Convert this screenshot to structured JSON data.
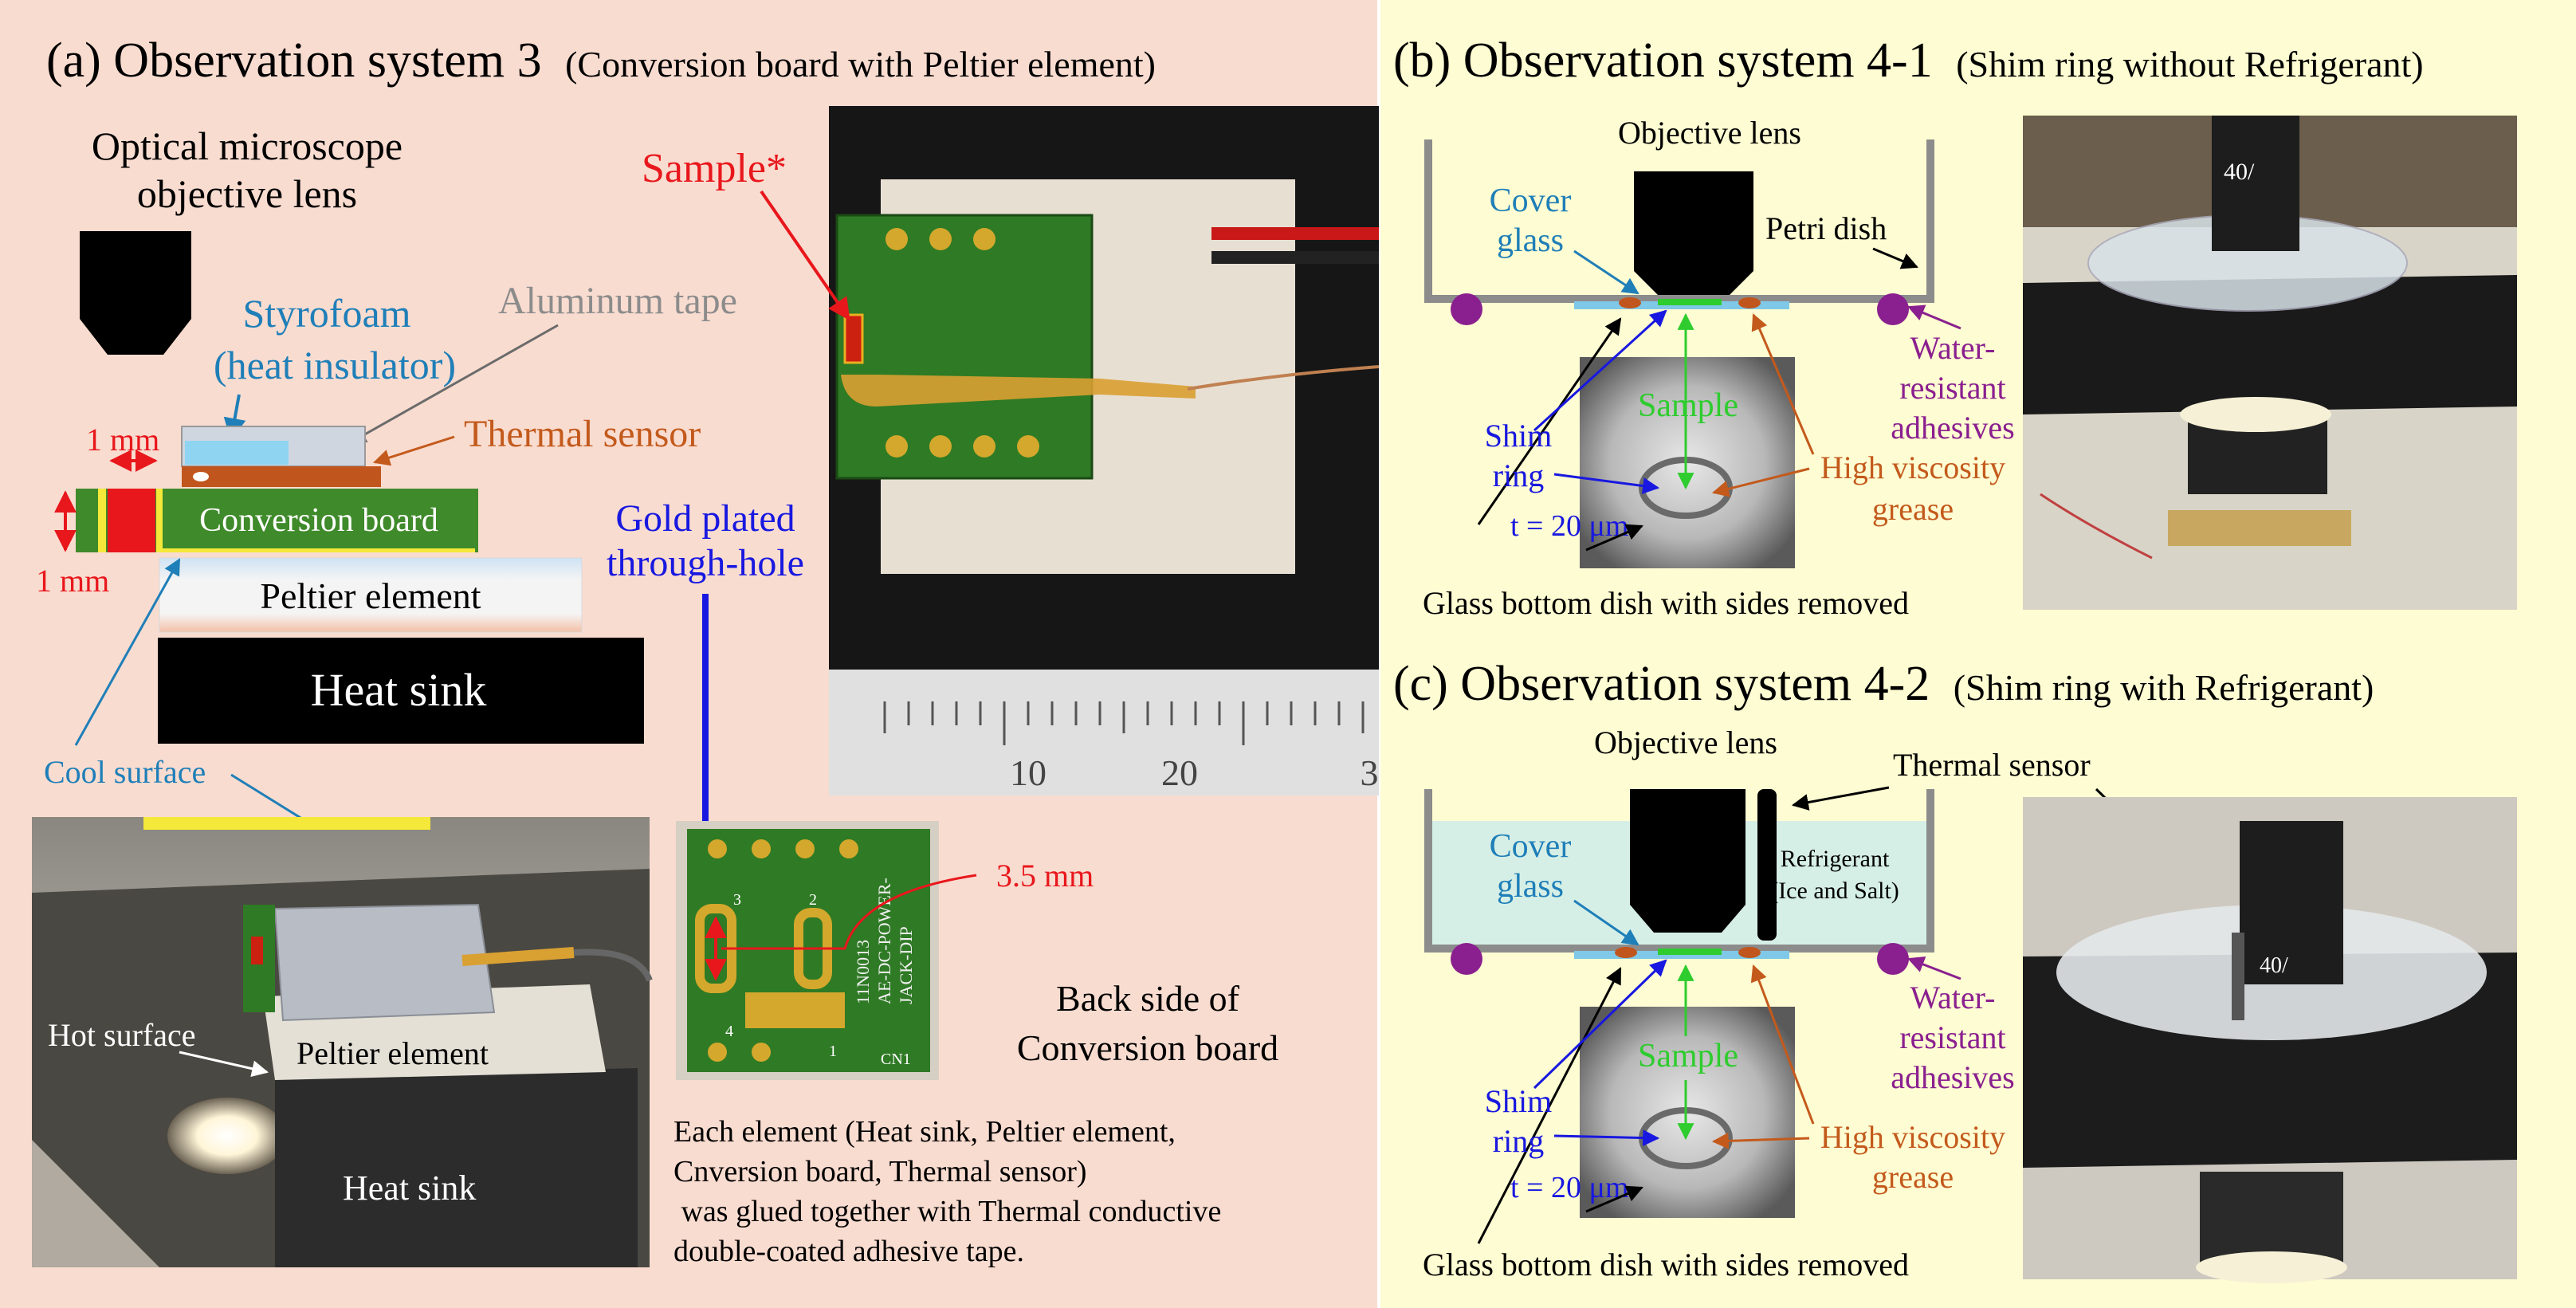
{
  "panel_a": {
    "title_main": "(a) Observation system 3",
    "title_sub": "(Conversion board with Peltier element)",
    "objective_line1": "Optical microscope",
    "objective_line2": "objective lens",
    "styrofoam_line1": "Styrofoam",
    "styrofoam_line2": "(heat insulator)",
    "aluminum_tape": "Aluminum tape",
    "thermal_sensor": "Thermal sensor",
    "sample": "Sample*",
    "dim_top": "1 mm",
    "dim_left": "1 mm",
    "conversion_board": "Conversion board",
    "peltier_element": "Peltier element",
    "heat_sink": "Heat sink",
    "cool_surface": "Cool surface",
    "gold_line1": "Gold plated",
    "gold_line2": "through-hole",
    "hole_size": "3.5 mm",
    "back_line1": "Back side of",
    "back_line2": "Conversion board",
    "photo_hot_surface": "Hot surface",
    "photo_peltier": "Peltier element",
    "photo_heat_sink": "Heat sink",
    "ruler_10": "10",
    "ruler_20": "20",
    "ruler_30": "3",
    "board_silk_1": "11N0013",
    "board_silk_2": "AE-DC-POWER-",
    "board_silk_3": "JACK-DIP",
    "board_pin_1": "1",
    "board_pin_2": "2",
    "board_pin_3": "3",
    "board_pin_4": "4",
    "board_cn": "CN1",
    "note_line1": "Each element (Heat sink, Peltier element,",
    "note_line2": "Cnversion board, Thermal sensor)",
    "note_line3": " was glued together with Thermal conductive",
    "note_line4": "double-coated adhesive tape."
  },
  "panel_b": {
    "title_main": "(b) Observation system 4-1",
    "title_sub": "(Shim ring without Refrigerant)",
    "objective": "Objective lens",
    "cover_line1": "Cover",
    "cover_line2": "glass",
    "petri": "Petri dish",
    "water_line1": "Water-",
    "water_line2": "resistant",
    "water_line3": "adhesives",
    "sample": "Sample",
    "shim_line1": "Shim",
    "shim_line2": "ring",
    "thickness": "t = 20 μm",
    "grease_line1": "High viscosity",
    "grease_line2": "grease",
    "dish": "Glass bottom dish with sides removed",
    "lens_mark": "40/"
  },
  "panel_c": {
    "title_main": "(c) Observation system 4-2",
    "title_sub": "(Shim ring with Refrigerant)",
    "objective": "Objective lens",
    "thermal_sensor": "Thermal sensor",
    "cover_line1": "Cover",
    "cover_line2": "glass",
    "refrigerant_line1": "Refrigerant",
    "refrigerant_line2": "(Ice and Salt)",
    "water_line1": "Water-",
    "water_line2": "resistant",
    "water_line3": "adhesives",
    "sample": "Sample",
    "shim_line1": "Shim",
    "shim_line2": "ring",
    "thickness": "t = 20 μm",
    "grease_line1": "High viscosity",
    "grease_line2": "grease",
    "dish": "Glass bottom dish with sides removed",
    "lens_mark": "40/"
  },
  "colors": {
    "panel_a_bg": "#f9dcd0",
    "panel_bc_bg": "#fefcd2",
    "label_red": "#e8171c",
    "label_blue": "#1f7fb8",
    "label_orange": "#c35a1c",
    "label_gray": "#8c8c8c",
    "label_green": "#2ecc2e",
    "label_purple": "#8a1f8f",
    "gold_blue": "#1818e0",
    "board_green": "#3f8a2a",
    "copper": "#c0561d",
    "heat_sink": "#000000"
  }
}
